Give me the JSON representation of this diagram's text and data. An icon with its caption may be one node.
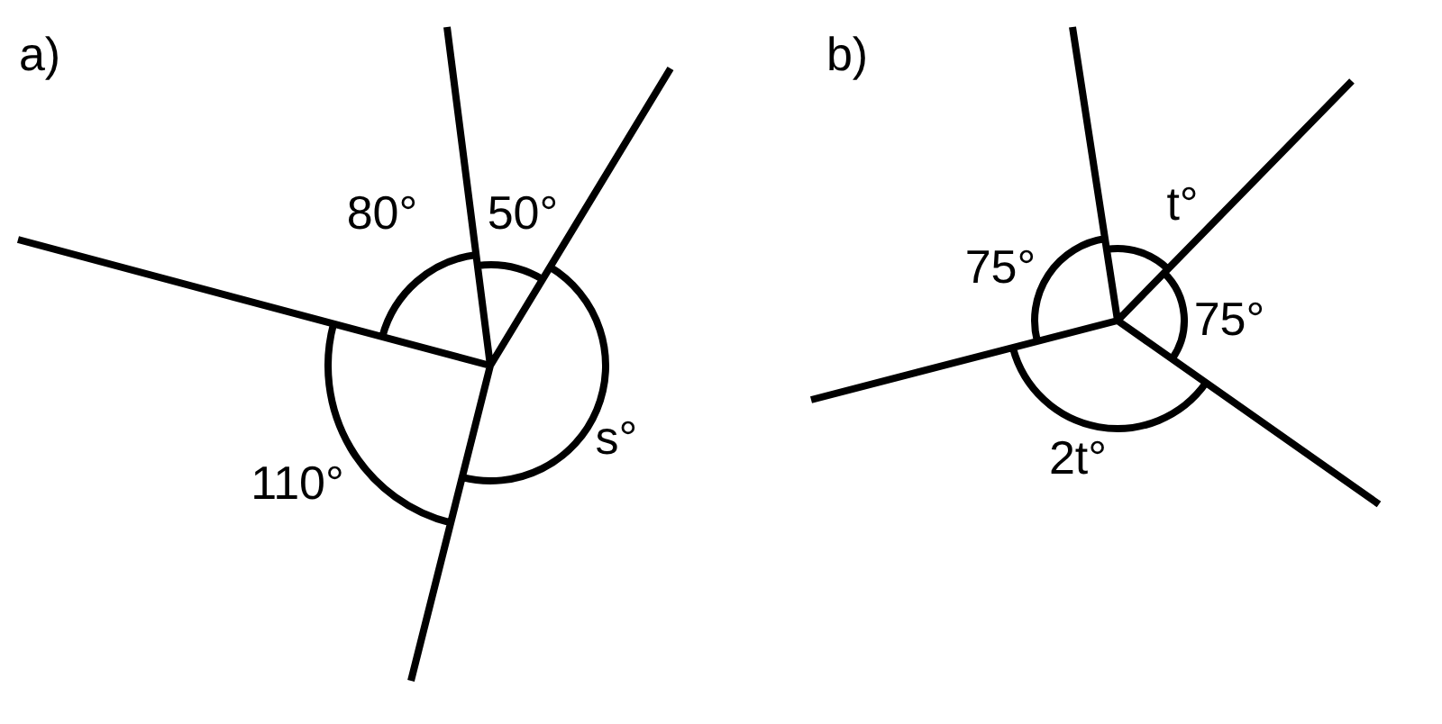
{
  "diagram": {
    "labels": [
      "a)",
      "80°",
      "50°",
      "110°",
      "s°",
      "b)",
      "t°",
      "75°",
      "75°",
      "2t°"
    ]
  }
}
